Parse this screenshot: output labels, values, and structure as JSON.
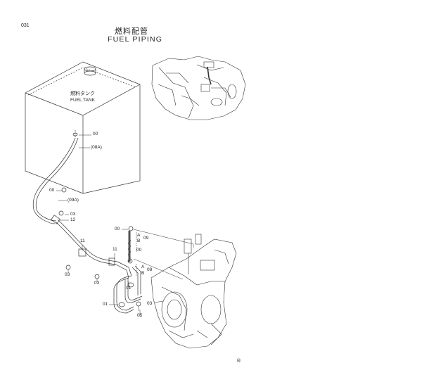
{
  "page_number": "031",
  "title": {
    "japanese": "燃料配管",
    "english": "FUEL PIPING"
  },
  "tank": {
    "japanese": "燃料タンク",
    "english": "FUEL TANK"
  },
  "callouts": [
    {
      "id": "c1",
      "text": "00"
    },
    {
      "id": "c2",
      "text": "(08A)"
    },
    {
      "id": "c3",
      "text": "00"
    },
    {
      "id": "c4",
      "text": "(09A)"
    },
    {
      "id": "c5",
      "text": "03"
    },
    {
      "id": "c6",
      "text": "12"
    },
    {
      "id": "c7",
      "text": "11"
    },
    {
      "id": "c8",
      "text": "11"
    },
    {
      "id": "c9",
      "text": "03"
    },
    {
      "id": "c10",
      "text": "03"
    },
    {
      "id": "c11",
      "text": "00"
    },
    {
      "id": "c12",
      "text": "A"
    },
    {
      "id": "c13",
      "text": "B"
    },
    {
      "id": "c14",
      "text": "09"
    },
    {
      "id": "c15",
      "text": "00"
    },
    {
      "id": "c16",
      "text": "A"
    },
    {
      "id": "c17",
      "text": "B"
    },
    {
      "id": "c18",
      "text": "08"
    },
    {
      "id": "c19",
      "text": "01"
    },
    {
      "id": "c20",
      "text": "01"
    },
    {
      "id": "c21",
      "text": "03"
    },
    {
      "id": "c22",
      "text": "05"
    }
  ],
  "copyright_mark": "®"
}
